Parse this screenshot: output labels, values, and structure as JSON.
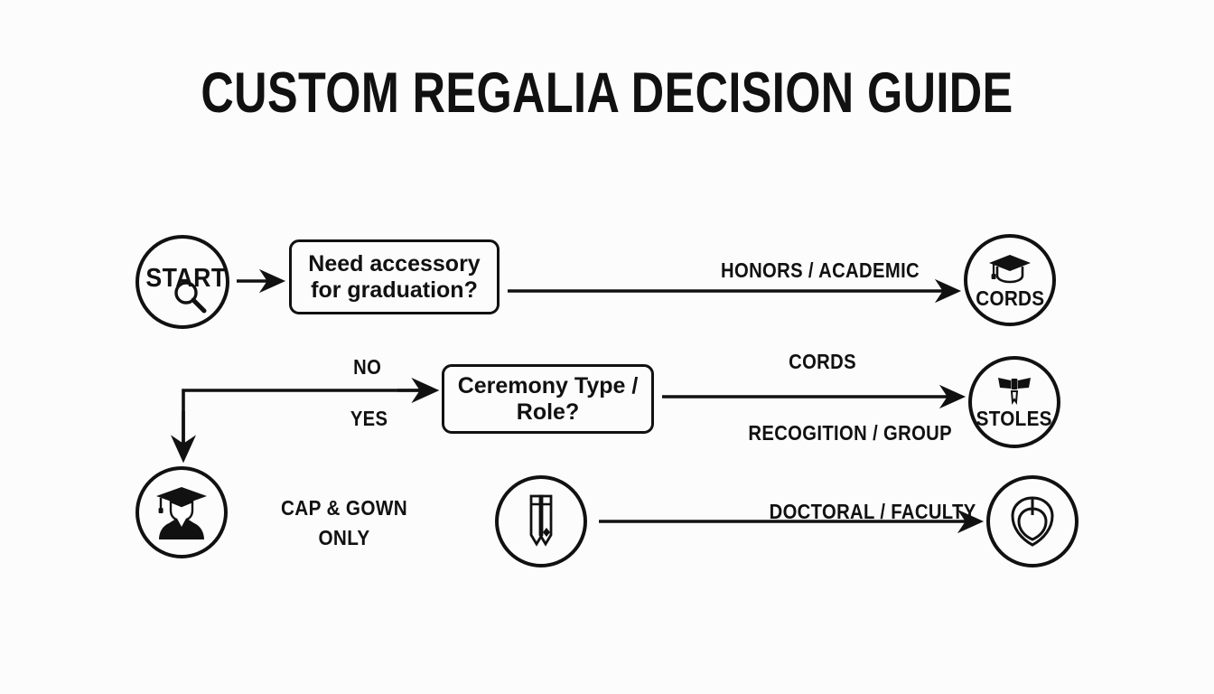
{
  "page": {
    "title": "CUSTOM REGALIA DECISION GUIDE",
    "background_color": "#fcfcfc",
    "ink_color": "#111111"
  },
  "nodes": {
    "start": {
      "label": "START",
      "icon": "magnifier-icon"
    },
    "need_accessory": {
      "text": "Need accessory\nfor graduation?"
    },
    "ceremony_type": {
      "text": "Ceremony Type /\nRole?"
    },
    "cords": {
      "label": "CORDS",
      "icon": "graduation-cap-icon"
    },
    "stoles": {
      "label": "STOLES",
      "icon": "ribbon-bowtie-icon"
    },
    "graduate": {
      "label": "",
      "icon": "graduate-person-icon"
    },
    "stole_art": {
      "label": "",
      "icon": "stole-sash-icon"
    },
    "hood": {
      "label": "",
      "icon": "doctoral-hood-icon"
    }
  },
  "edges": {
    "honors_academic": "HONORS / ACADEMIC",
    "no": "NO",
    "yes": "YES",
    "cords": "CORDS",
    "recognition_group": "RECOGITION / GROUP",
    "doctoral_faculty": "DOCTORAL / FACULTY",
    "cap_gown_only": "CAP & GOWN\nONLY"
  }
}
